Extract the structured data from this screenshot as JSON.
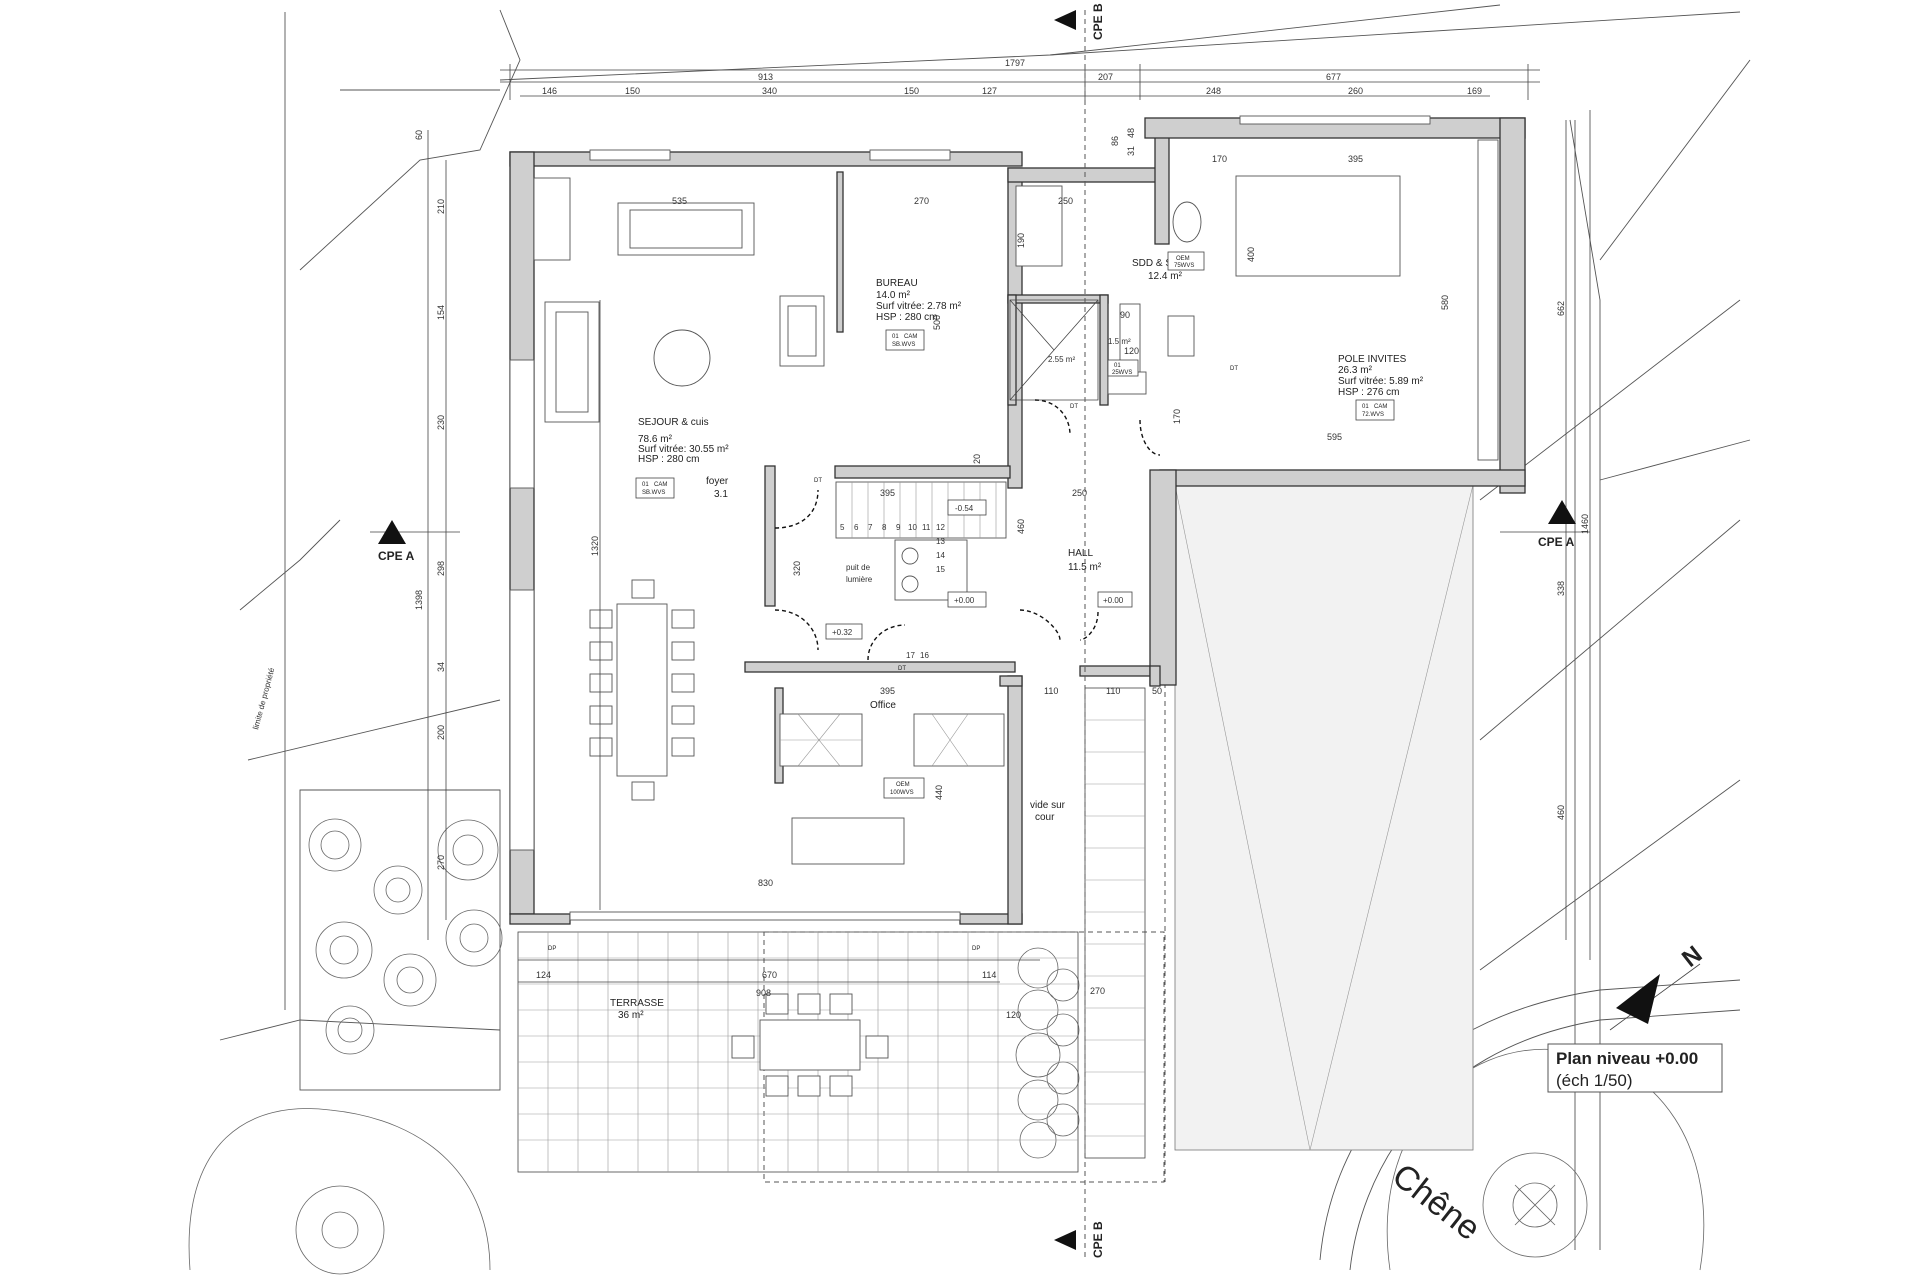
{
  "title_block": {
    "title": "Plan niveau +0.00",
    "scale": "(éch 1/50)"
  },
  "sections": {
    "a_left": "CPE A",
    "a_right": "CPE A",
    "b_top": "CPE B",
    "b_bottom": "CPE B"
  },
  "north": "N",
  "site": {
    "property_limit": "limite de propriété",
    "street_name": "Chêne"
  },
  "rooms": {
    "sejour": {
      "name": "SEJOUR & cuis",
      "area": "78.6 m²",
      "glazing": "Surf vitrée: 30.55 m²",
      "height": "HSP : 280 cm"
    },
    "bureau": {
      "name": "BUREAU",
      "area": "14.0 m²",
      "glazing": "Surf vitrée: 2.78 m²",
      "height": "HSP : 280 cm"
    },
    "sdd": {
      "name": "SDD & SAUNA",
      "area": "12.4 m²"
    },
    "pole": {
      "name": "POLE INVITES",
      "area": "26.3 m²",
      "glazing": "Surf vitrée: 5.89 m²",
      "height": "HSP : 276 cm"
    },
    "hall": {
      "name": "HALL",
      "area": "11.5 m²"
    },
    "office": {
      "name": "Office"
    },
    "terrasse": {
      "name": "TERRASSE",
      "area": "36 m²"
    },
    "foyer": {
      "name": "foyer",
      "num": "3.1"
    },
    "puits": {
      "line1": "puit de",
      "line2": "lumière"
    },
    "vide": {
      "line1": "vide sur",
      "line2": "cour"
    },
    "shower": {
      "area": "2.55 m²"
    },
    "wc": {
      "area": "1.5 m²"
    }
  },
  "levels": [
    "-0.54",
    "+0.00",
    "+0.32",
    "+0.00"
  ],
  "dims_top": {
    "overall": "1797",
    "left_total": "913",
    "mid": "207",
    "right_total": "677",
    "segments": [
      "146",
      "150",
      "340",
      "150",
      "127",
      "248",
      "260",
      "169"
    ]
  },
  "dims_left": [
    "60",
    "210",
    "154",
    "230",
    "298",
    "34",
    "200",
    "270",
    "1320",
    "1398"
  ],
  "dims_right": [
    "662",
    "1460",
    "338",
    "460"
  ],
  "dims_inner": [
    "535",
    "270",
    "250",
    "170",
    "395",
    "580",
    "595",
    "395",
    "250",
    "500",
    "460",
    "320",
    "395",
    "440",
    "830",
    "110",
    "110",
    "400",
    "190",
    "90",
    "120",
    "170",
    "20",
    "48",
    "31",
    "86",
    "50"
  ],
  "dims_bottom": {
    "total": "908",
    "a": "124",
    "b": "670",
    "c": "114",
    "d": "270",
    "e": "120"
  },
  "stair_numbers": [
    "5",
    "6",
    "7",
    "8",
    "9",
    "10",
    "11",
    "12",
    "13",
    "14",
    "15",
    "16",
    "17"
  ],
  "tags": {
    "sejour": [
      "01",
      "CAM",
      "SB.WVS"
    ],
    "bureau": [
      "01",
      "CAM",
      "SB.WVS"
    ],
    "sdd": [
      "OEM",
      "75WVS"
    ],
    "wc": [
      "01",
      "25WVS"
    ],
    "pole": [
      "01",
      "CAM",
      "72.WVS"
    ],
    "office": [
      "OEM",
      "100WVS"
    ]
  },
  "marks": {
    "dp": "DP",
    "dt": "DT"
  }
}
